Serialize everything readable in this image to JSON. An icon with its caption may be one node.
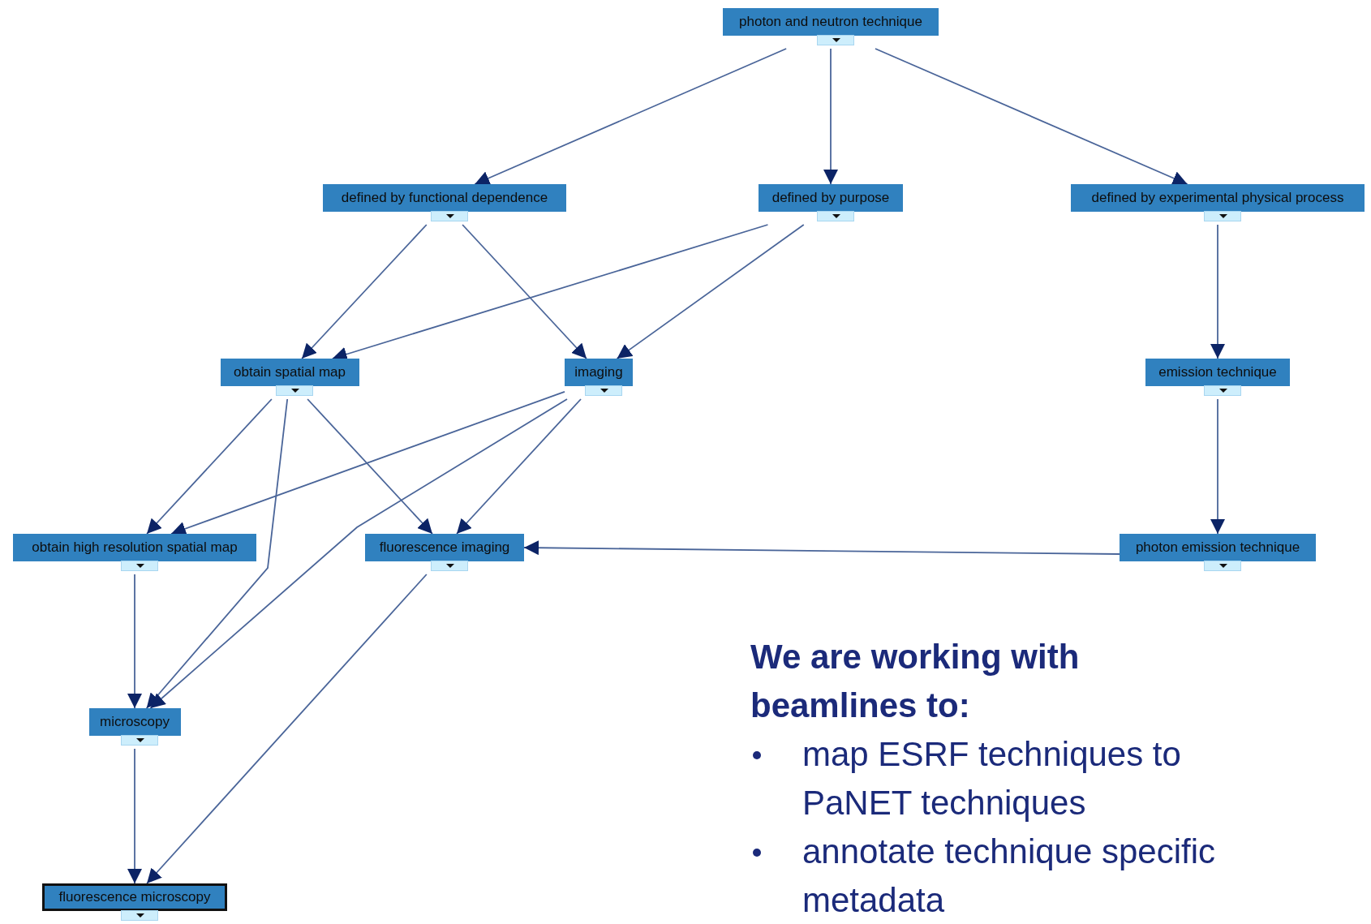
{
  "diagram": {
    "nodes": [
      {
        "text": [
          "photon and neutron technique"
        ]
      },
      {
        "text": [
          "defined by functional dependence"
        ]
      },
      {
        "text": [
          "defined by purpose"
        ]
      },
      {
        "text": [
          "defined by experimental physical process"
        ]
      },
      {
        "text": [
          "obtain spatial map"
        ]
      },
      {
        "text": [
          "imaging"
        ]
      },
      {
        "text": [
          "emission technique"
        ]
      },
      {
        "text": [
          "obtain high resolution spatial map"
        ]
      },
      {
        "text": [
          "fluorescence imaging"
        ]
      },
      {
        "text": [
          "photon emission technique"
        ]
      },
      {
        "text": [
          "microscopy"
        ]
      },
      {
        "text": [
          "fluorescence microscopy"
        ]
      }
    ],
    "edges": [
      {
        "from": 0,
        "to": 1,
        "arrow": "to"
      },
      {
        "from": 0,
        "to": 2,
        "arrow": "to"
      },
      {
        "from": 0,
        "to": 3,
        "arrow": "to"
      },
      {
        "from": 1,
        "to": 4,
        "arrow": "to"
      },
      {
        "from": 1,
        "to": 5,
        "arrow": "to"
      },
      {
        "from": 2,
        "to": 4,
        "arrow": "to"
      },
      {
        "from": 2,
        "to": 5,
        "arrow": "to"
      },
      {
        "from": 3,
        "to": 6,
        "arrow": "to"
      },
      {
        "from": 4,
        "to": 7,
        "arrow": "to"
      },
      {
        "from": 4,
        "to": 8,
        "arrow": "to"
      },
      {
        "from": 4,
        "to": 10,
        "arrow": "to"
      },
      {
        "from": 5,
        "to": 7,
        "arrow": "to"
      },
      {
        "from": 5,
        "to": 8,
        "arrow": "to"
      },
      {
        "from": 5,
        "to": 10,
        "arrow": "to"
      },
      {
        "from": 6,
        "to": 9,
        "arrow": "to"
      },
      {
        "from": 9,
        "to": 8,
        "arrow": "to"
      },
      {
        "from": 7,
        "to": 10,
        "arrow": "to"
      },
      {
        "from": 8,
        "to": 11,
        "arrow": "to"
      },
      {
        "from": 10,
        "to": 11,
        "arrow": "to"
      }
    ],
    "labels": [
      "**We are working with beamlines to**:",
      "map ESRF techniques to PaNET techniques",
      "annotate technique specific metadata"
    ]
  }
}
